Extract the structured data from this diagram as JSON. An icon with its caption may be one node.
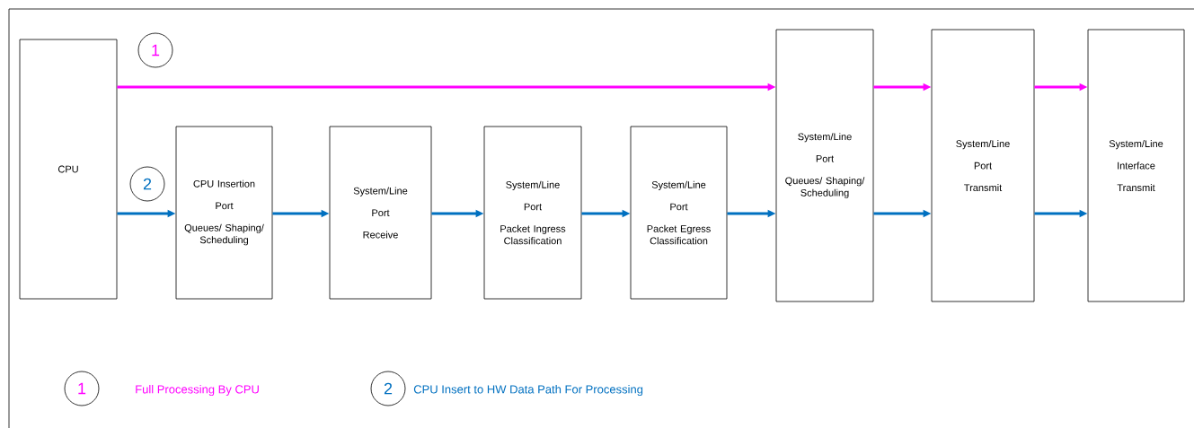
{
  "diagram": {
    "nodes": [
      {
        "text": [
          "CPU"
        ]
      },
      {
        "text": [
          "CPU Insertion",
          "Port",
          "Queues/ Shaping/ Scheduling"
        ]
      },
      {
        "text": [
          "System/Line",
          "Port",
          "Receive"
        ]
      },
      {
        "text": [
          "System/Line",
          "Port",
          "Packet Ingress Classification"
        ]
      },
      {
        "text": [
          "System/Line",
          "Port",
          "Packet Egress Classification"
        ]
      },
      {
        "text": [
          "System/Line",
          "Port",
          "Queues/ Shaping/ Scheduling"
        ]
      },
      {
        "text": [
          "System/Line",
          "Port",
          "Transmit"
        ]
      },
      {
        "text": [
          "System/Line",
          "Interface",
          "Transmit"
        ]
      },
      {
        "text": [
          "1"
        ]
      },
      {
        "text": [
          "2"
        ]
      },
      {
        "text": [
          "1"
        ],
        "beside": [
          "Full Processing By CPU"
        ]
      },
      {
        "text": [
          "2"
        ],
        "beside": [
          "CPU Insert to HW Data Path For Processing"
        ]
      }
    ],
    "edges": [
      {
        "from": 0,
        "to": 5,
        "arrow": "to",
        "color": "#ff00ff"
      },
      {
        "from": 5,
        "to": 6,
        "arrow": "to",
        "color": "#ff00ff"
      },
      {
        "from": 6,
        "to": 7,
        "arrow": "to",
        "color": "#ff00ff"
      },
      {
        "from": 0,
        "to": 1,
        "arrow": "to"
      },
      {
        "from": 1,
        "to": 2,
        "arrow": "to"
      },
      {
        "from": 2,
        "to": 3,
        "arrow": "to"
      },
      {
        "from": 3,
        "to": 4,
        "arrow": "to"
      },
      {
        "from": 4,
        "to": 5,
        "arrow": "to"
      },
      {
        "from": 5,
        "to": 6,
        "arrow": "to"
      },
      {
        "from": 6,
        "to": 7,
        "arrow": "to"
      }
    ]
  }
}
